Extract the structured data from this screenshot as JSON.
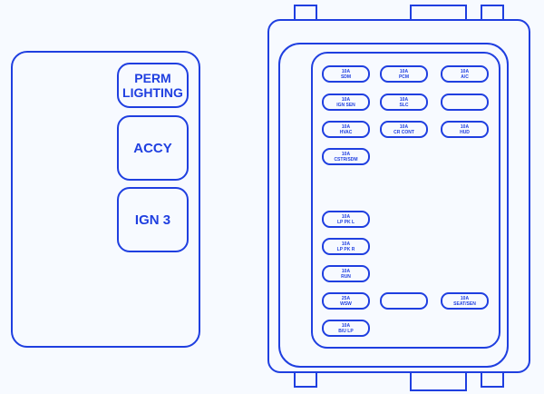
{
  "left_panel": {
    "relays": [
      {
        "label_line1": "PERM",
        "label_line2": "LIGHTING"
      },
      {
        "label": "ACCY"
      },
      {
        "label": "IGN 3"
      }
    ]
  },
  "fuse_block": {
    "fuses": [
      {
        "rating": "10A",
        "name": "SDM"
      },
      {
        "rating": "10A",
        "name": "PCM"
      },
      {
        "rating": "10A",
        "name": "A/C"
      },
      {
        "rating": "10A",
        "name": "IGN SEN"
      },
      {
        "rating": "10A",
        "name": "SLC"
      },
      {
        "rating": "",
        "name": ""
      },
      {
        "rating": "10A",
        "name": "HVAC"
      },
      {
        "rating": "10A",
        "name": "CR CONT"
      },
      {
        "rating": "10A",
        "name": "HUD"
      },
      {
        "rating": "10A",
        "name": "CSTR/SDM"
      },
      {
        "rating": "10A",
        "name": "LP PK L"
      },
      {
        "rating": "10A",
        "name": "LP PK R"
      },
      {
        "rating": "10A",
        "name": "RUN"
      },
      {
        "rating": "25A",
        "name": "WSW"
      },
      {
        "rating": "",
        "name": ""
      },
      {
        "rating": "10A",
        "name": "SEAT/SEN"
      },
      {
        "rating": "10A",
        "name": "B/U LP"
      }
    ]
  },
  "colors": {
    "line": "#1f3fe0",
    "background": "#f7faff"
  }
}
